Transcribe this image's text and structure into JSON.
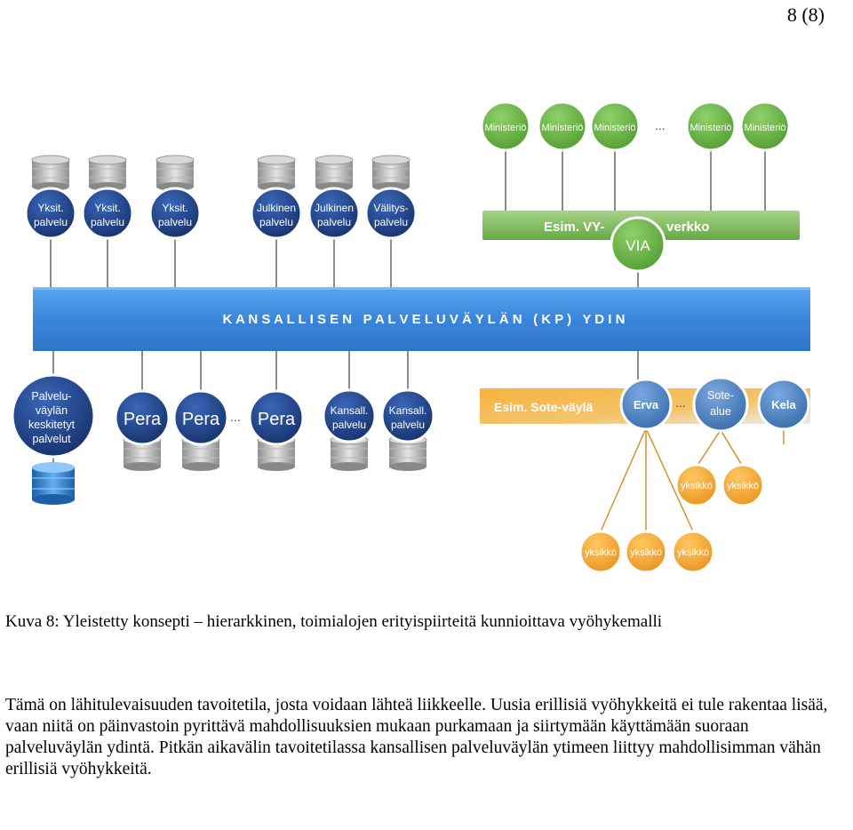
{
  "page_number": "8 (8)",
  "diagram": {
    "core_title": "K A N S A L L I S E N   P A L V E L U V Ä Y L Ä N   ( K P )   Y D I N",
    "top_services": [
      [
        "Yksit.",
        "palvelu"
      ],
      [
        "Yksit.",
        "palvelu"
      ],
      [
        "Yksit.",
        "palvelu"
      ],
      [
        "Julkinen",
        "palvelu"
      ],
      [
        "Julkinen",
        "palvelu"
      ],
      [
        "Välitys-",
        "palvelu"
      ]
    ],
    "ministries": [
      "Ministeriö",
      "Ministeriö",
      "Ministeriö",
      "Ministeriö",
      "Ministeriö"
    ],
    "ministry_ellipsis": "...",
    "vy_bar_left": "Esim. VY-",
    "vy_bar_right": "verkko",
    "via_label": "VIA",
    "bottom_central": [
      "Palvelu-",
      "väylän",
      "keskitetyt",
      "palvelut"
    ],
    "pera_nodes": [
      "Pera",
      "Pera",
      "Pera"
    ],
    "pera_ellipsis": "...",
    "kansall_nodes": [
      [
        "Kansall.",
        "palvelu"
      ],
      [
        "Kansall.",
        "palvelu"
      ]
    ],
    "sote_bar_label": "Esim. Sote-väylä",
    "sote_nodes": {
      "erva": "Erva",
      "ellipsis": "...",
      "sote_alue": [
        "Sote-",
        "alue"
      ],
      "kela": "Kela"
    },
    "yksikko_mid": [
      "yksikkö",
      "yksikkö"
    ],
    "yksikko_bottom": [
      "yksikkö",
      "yksikkö",
      "yksikkö"
    ],
    "colors": {
      "navy": "#1f3d7a",
      "core_blue": "#3d8ee0",
      "ministry_green": "#6cb84a",
      "vy_bar_green": "#7dbb59",
      "sote_orange": "#f0a83c",
      "sote_node_blue": "#4f86c6",
      "yksikko_orange": "#f4a93a"
    }
  },
  "caption": "Kuva 8: Yleistetty konsepti – hierarkkinen, toimialojen erityispiirteitä kunnioittava vyöhykemalli",
  "body_text": "Tämä on lähitulevaisuuden tavoitetila, josta voidaan lähteä liikkeelle. Uusia erillisiä vyöhykkeitä ei tule rakentaa lisää, vaan niitä on päinvastoin pyrittävä mahdollisuuksien mukaan purkamaan ja siirtymään käyttämään suoraan palveluväylän ydintä. Pitkän aikavälin tavoitetilassa kansallisen palveluväylän ytimeen liittyy mahdollisimman vähän erillisiä vyöhykkeitä."
}
